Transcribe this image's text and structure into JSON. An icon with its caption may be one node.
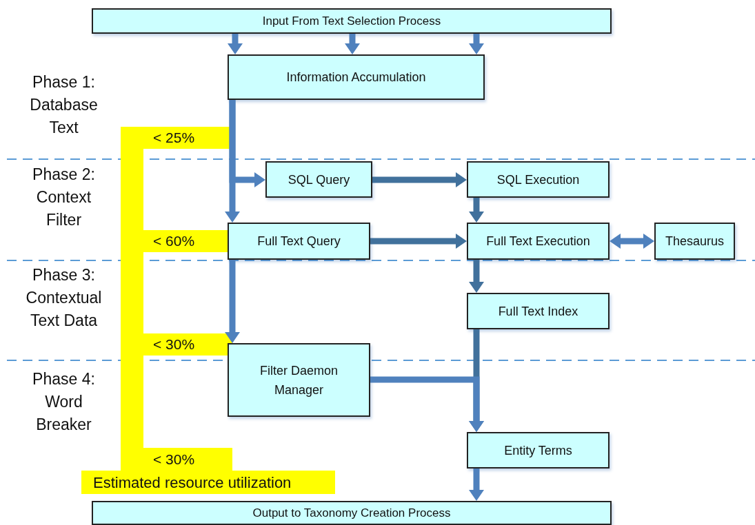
{
  "diagram": {
    "nodes": [
      {
        "text": [
          "Input From Text Selection Process"
        ]
      },
      {
        "text": [
          "Information Accumulation"
        ]
      },
      {
        "text": [
          "SQL Query"
        ]
      },
      {
        "text": [
          "SQL Execution"
        ]
      },
      {
        "text": [
          "Full Text Query"
        ]
      },
      {
        "text": [
          "Full Text Execution"
        ]
      },
      {
        "text": [
          "Thesaurus"
        ]
      },
      {
        "text": [
          "Full Text Index"
        ]
      },
      {
        "text": [
          "Filter Daemon Manager"
        ]
      },
      {
        "text": [
          "Entity Terms"
        ]
      },
      {
        "text": [
          "Output to Taxonomy Creation Process"
        ]
      }
    ],
    "edges": [
      {
        "from": 0,
        "to": 1,
        "arrow": "to"
      },
      {
        "from": 0,
        "to": 1,
        "arrow": "to"
      },
      {
        "from": 0,
        "to": 1,
        "arrow": "to"
      },
      {
        "from": 1,
        "to": 2,
        "arrow": "to"
      },
      {
        "from": 1,
        "to": 4,
        "arrow": "to"
      },
      {
        "from": 4,
        "to": 8,
        "arrow": "to"
      },
      {
        "from": 2,
        "to": 3,
        "arrow": "to",
        "color": "#41719c"
      },
      {
        "from": 3,
        "to": 5,
        "arrow": "to",
        "color": "#41719c"
      },
      {
        "from": 4,
        "to": 5,
        "arrow": "to",
        "color": "#41719c"
      },
      {
        "from": 5,
        "to": 6,
        "arrow": "both"
      },
      {
        "from": 5,
        "to": 7,
        "arrow": "to",
        "color": "#41719c"
      },
      {
        "from": 7,
        "to": 9,
        "arrow": "to",
        "color": "#41719c"
      },
      {
        "from": 8,
        "to": 9,
        "arrow": "to"
      },
      {
        "from": 9,
        "to": 10,
        "arrow": "to"
      }
    ],
    "labels": [
      "Phase 1: Database Text",
      "< 25%",
      "Phase 2: Context Filter",
      "< 60%",
      "Phase 3: Contextual Text Data",
      "< 30%",
      "Phase 4: Word Breaker",
      "< 30%",
      "Estimated resource utilization"
    ]
  }
}
